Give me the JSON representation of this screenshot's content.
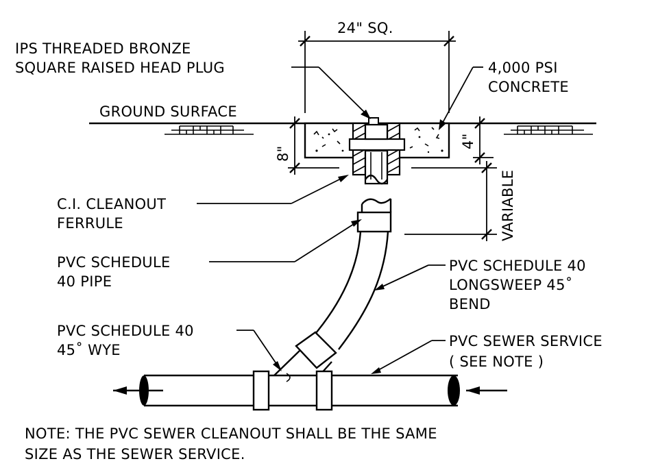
{
  "labels": {
    "dim_width": "24\" SQ.",
    "plug_line1": "IPS THREADED BRONZE",
    "plug_line2": "SQUARE RAISED HEAD PLUG",
    "concrete_line1": "4,000 PSI",
    "concrete_line2": "CONCRETE",
    "ground": "GROUND SURFACE",
    "dim_depth_left": "8\"",
    "dim_depth_right": "4\"",
    "dim_variable": "VARIABLE",
    "ferrule_line1": "C.I. CLEANOUT",
    "ferrule_line2": "FERRULE",
    "pipe_line1": "PVC SCHEDULE",
    "pipe_line2": "40 PIPE",
    "bend_line1": "PVC SCHEDULE 40",
    "bend_line2": "LONGSWEEP 45˚",
    "bend_line3": "BEND",
    "wye_line1": "PVC SCHEDULE 40",
    "wye_line2": "45˚ WYE",
    "service_line1": "PVC SEWER SERVICE",
    "service_line2": "( SEE NOTE )",
    "note_line1": "NOTE:  THE PVC SEWER CLEANOUT SHALL BE THE SAME",
    "note_line2": "SIZE AS THE SEWER SERVICE."
  }
}
